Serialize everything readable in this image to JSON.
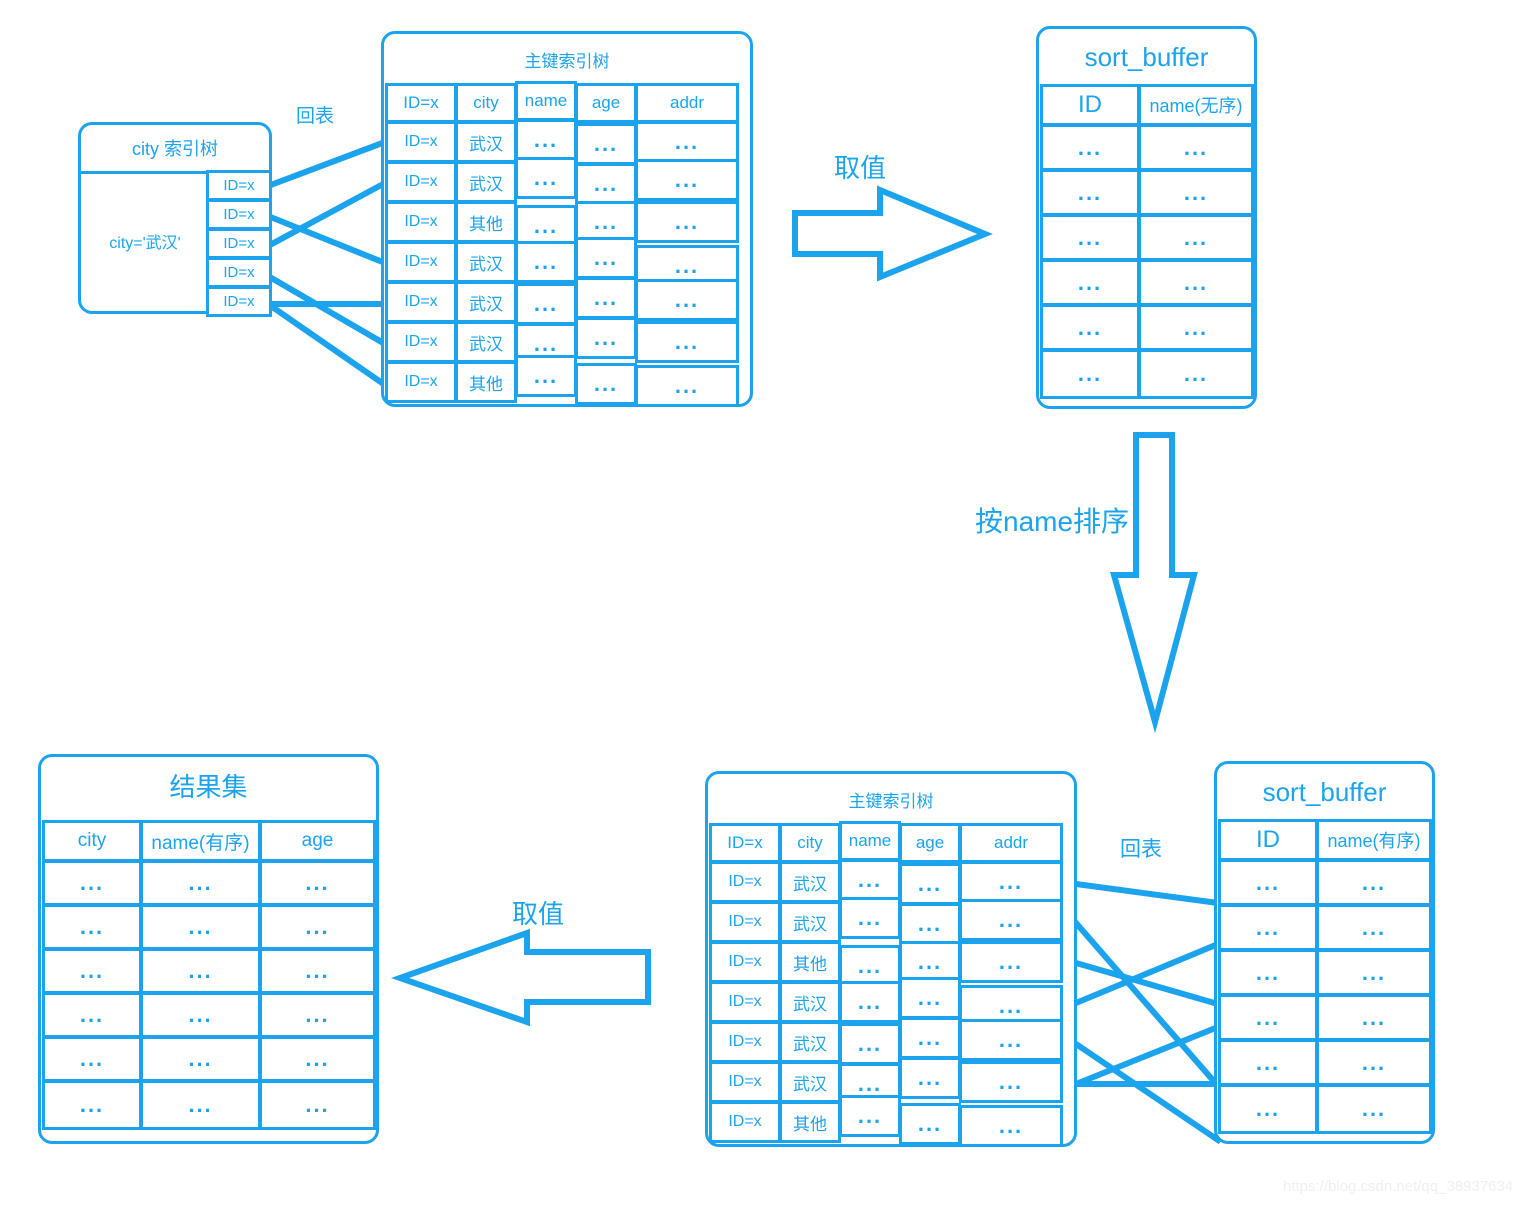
{
  "meta": {
    "accent_color": "#1CA3EE",
    "background": "#ffffff",
    "watermark": "https://blog.csdn.net/qq_38937634"
  },
  "city_index_tree": {
    "title": "city 索引树",
    "condition": "city='武汉'",
    "entries": [
      "ID=x",
      "ID=x",
      "ID=x",
      "ID=x",
      "ID=x"
    ]
  },
  "labels": {
    "huibiao_top": "回表",
    "quzhi_top": "取值",
    "sort_by_name": "按name排序",
    "huibiao_bottom": "回表",
    "quzhi_bottom": "取值"
  },
  "primary_index_top": {
    "title": "主键索引树",
    "headers": [
      "ID=x",
      "city",
      "name",
      "age",
      "addr"
    ],
    "rows": [
      {
        "id": "ID=x",
        "city": "武汉",
        "name": "...",
        "age": "...",
        "addr": "..."
      },
      {
        "id": "ID=x",
        "city": "武汉",
        "name": "...",
        "age": "...",
        "addr": "..."
      },
      {
        "id": "ID=x",
        "city": "其他",
        "name": "...",
        "age": "...",
        "addr": "..."
      },
      {
        "id": "ID=x",
        "city": "武汉",
        "name": "...",
        "age": "...",
        "addr": "..."
      },
      {
        "id": "ID=x",
        "city": "武汉",
        "name": "...",
        "age": "...",
        "addr": "..."
      },
      {
        "id": "ID=x",
        "city": "武汉",
        "name": "...",
        "age": "...",
        "addr": "..."
      },
      {
        "id": "ID=x",
        "city": "其他",
        "name": "...",
        "age": "...",
        "addr": "..."
      }
    ]
  },
  "sort_buffer_top": {
    "title": "sort_buffer",
    "headers": [
      "ID",
      "name(无序)"
    ],
    "rows": [
      {
        "id": "...",
        "name": "..."
      },
      {
        "id": "...",
        "name": "..."
      },
      {
        "id": "...",
        "name": "..."
      },
      {
        "id": "...",
        "name": "..."
      },
      {
        "id": "...",
        "name": "..."
      },
      {
        "id": "...",
        "name": "..."
      }
    ]
  },
  "sort_buffer_bottom": {
    "title": "sort_buffer",
    "headers": [
      "ID",
      "name(有序)"
    ],
    "rows": [
      {
        "id": "...",
        "name": "..."
      },
      {
        "id": "...",
        "name": "..."
      },
      {
        "id": "...",
        "name": "..."
      },
      {
        "id": "...",
        "name": "..."
      },
      {
        "id": "...",
        "name": "..."
      },
      {
        "id": "...",
        "name": "..."
      }
    ]
  },
  "primary_index_bottom": {
    "title": "主键索引树",
    "headers": [
      "ID=x",
      "city",
      "name",
      "age",
      "addr"
    ],
    "rows": [
      {
        "id": "ID=x",
        "city": "武汉",
        "name": "...",
        "age": "...",
        "addr": "..."
      },
      {
        "id": "ID=x",
        "city": "武汉",
        "name": "...",
        "age": "...",
        "addr": "..."
      },
      {
        "id": "ID=x",
        "city": "其他",
        "name": "...",
        "age": "...",
        "addr": "..."
      },
      {
        "id": "ID=x",
        "city": "武汉",
        "name": "...",
        "age": "...",
        "addr": "..."
      },
      {
        "id": "ID=x",
        "city": "武汉",
        "name": "...",
        "age": "...",
        "addr": "..."
      },
      {
        "id": "ID=x",
        "city": "武汉",
        "name": "...",
        "age": "...",
        "addr": "..."
      },
      {
        "id": "ID=x",
        "city": "其他",
        "name": "...",
        "age": "...",
        "addr": "..."
      }
    ]
  },
  "result_set": {
    "title": "结果集",
    "headers": [
      "city",
      "name(有序)",
      "age"
    ],
    "rows": [
      {
        "city": "...",
        "name": "...",
        "age": "..."
      },
      {
        "city": "...",
        "name": "...",
        "age": "..."
      },
      {
        "city": "...",
        "name": "...",
        "age": "..."
      },
      {
        "city": "...",
        "name": "...",
        "age": "..."
      },
      {
        "city": "...",
        "name": "...",
        "age": "..."
      },
      {
        "city": "...",
        "name": "...",
        "age": "..."
      }
    ]
  }
}
